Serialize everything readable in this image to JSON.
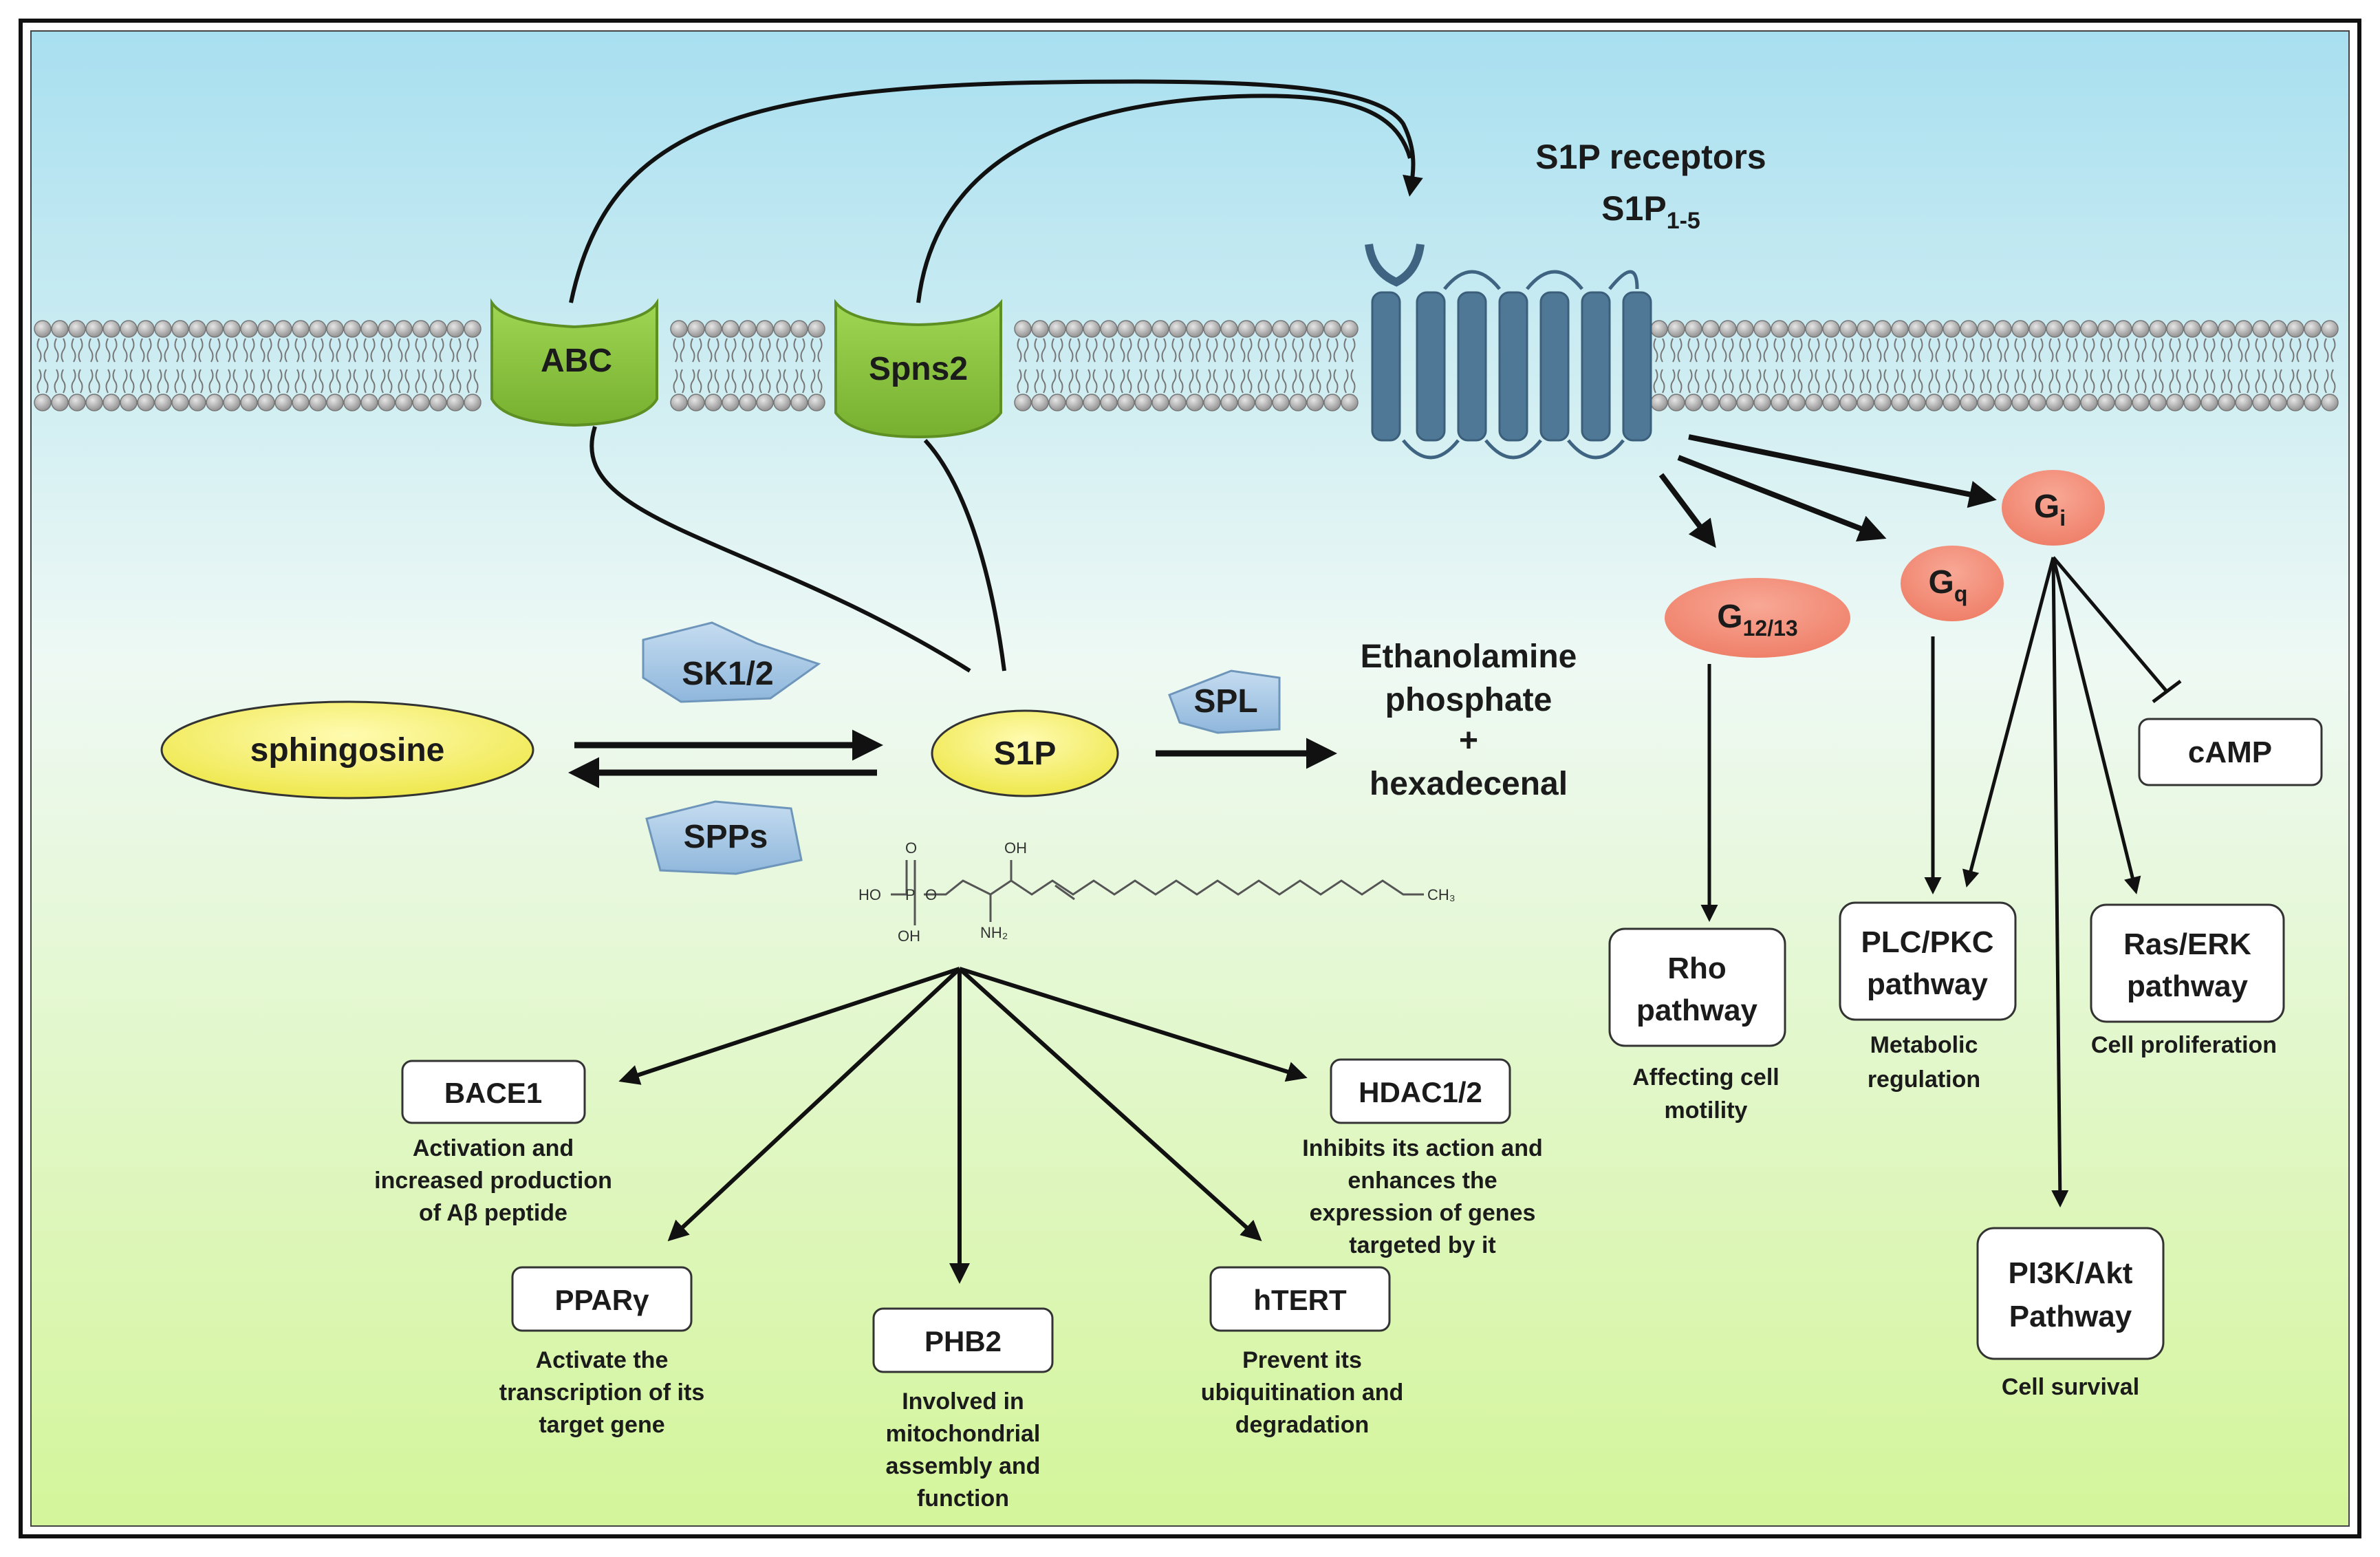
{
  "receptors": {
    "title": "S1P receptors",
    "subtitle_main": "S1P",
    "subtitle_sub": "1-5"
  },
  "transporters": {
    "abc": "ABC",
    "spns2": "Spns2"
  },
  "metabolism": {
    "sphingosine": "sphingosine",
    "s1p": "S1P",
    "sk": "SK1/2",
    "spps": "SPPs",
    "spl": "SPL",
    "products": [
      "Ethanolamine",
      "phosphate",
      "+",
      "hexadecenal"
    ]
  },
  "structure_labels": {
    "ho": "HO",
    "oh1": "OH",
    "oh2": "OH",
    "nh2": "NH₂",
    "ch3": "CH₃",
    "p": "P",
    "o1": "O",
    "o2": "O"
  },
  "gproteins": {
    "g1213_main": "G",
    "g1213_sub": "12/13",
    "gq_main": "G",
    "gq_sub": "q",
    "gi_main": "G",
    "gi_sub": "i"
  },
  "pathways": {
    "rho": {
      "line1": "Rho",
      "line2": "pathway",
      "caption": [
        "Affecting cell",
        "motility"
      ]
    },
    "plc": {
      "line1": "PLC/PKC",
      "line2": "pathway",
      "caption": [
        "Metabolic",
        "regulation"
      ]
    },
    "ras": {
      "line1": "Ras/ERK",
      "line2": "pathway",
      "caption": [
        "Cell proliferation"
      ]
    },
    "pi3k": {
      "line1": "PI3K/Akt",
      "line2": "Pathway",
      "caption": [
        "Cell survival"
      ]
    },
    "camp": {
      "label": "cAMP"
    }
  },
  "targets": {
    "bace1": {
      "label": "BACE1",
      "caption": [
        "Activation and",
        "increased production",
        "of Aβ peptide"
      ]
    },
    "ppar": {
      "label": "PPARγ",
      "caption": [
        "Activate the",
        "transcription of its",
        "target gene"
      ]
    },
    "phb2": {
      "label": "PHB2",
      "caption": [
        "Involved in",
        "mitochondrial",
        "assembly and",
        "function"
      ]
    },
    "htert": {
      "label": "hTERT",
      "caption": [
        "Prevent its",
        "ubiquitination and",
        "degradation"
      ]
    },
    "hdac": {
      "label": "HDAC1/2",
      "caption": [
        "Inhibits its action and",
        "enhances the",
        "expression of genes",
        "targeted by it"
      ]
    }
  },
  "colors": {
    "sky_top": "#a8dff0",
    "sky_bottom": "#eef9f4",
    "green_bottom": "#d4f59a",
    "ellipse_yellow": "#f3ee5a",
    "gprotein_salmon": "#f28b76",
    "enzyme_blue": "#a9cbe8",
    "transporter_green": "#8dc63f",
    "receptor_blue": "#4f7896"
  }
}
